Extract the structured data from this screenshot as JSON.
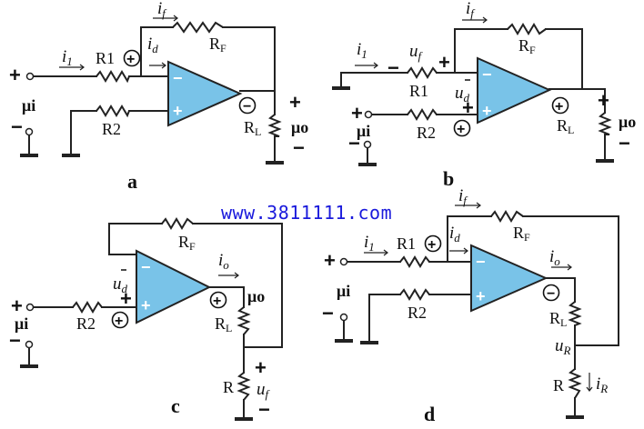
{
  "watermark": "www.3811111.com",
  "panels": {
    "a": {
      "letter": "a",
      "labels": {
        "i_f": "i",
        "i_f_sub": "f",
        "i_1": "i",
        "i_1_sub": "1",
        "R1": "R1",
        "i_d": "i",
        "i_d_sub": "d",
        "RF": "RF",
        "R2": "R2",
        "RL": "RL",
        "mu_i": "μi",
        "mu_o": "μo",
        "plus": "+",
        "minus": "−",
        "circ_plus": "+",
        "circ_minus": "−"
      }
    },
    "b": {
      "letter": "b",
      "labels": {
        "i_f": "i",
        "i_f_sub": "f",
        "i_1": "i",
        "i_1_sub": "1",
        "u_f": "u",
        "u_f_sub": "f",
        "R1": "R1",
        "u_d": "u",
        "u_d_sub": "d",
        "RF": "RF",
        "R2": "R2",
        "RL": "RL",
        "mu_i": "μi",
        "mu_o": "μo",
        "plus": "+",
        "minus": "−",
        "circ_plus": "+"
      }
    },
    "c": {
      "letter": "c",
      "labels": {
        "u_d": "u",
        "u_d_sub": "d",
        "RF": "RF",
        "R2": "R2",
        "i_o": "i",
        "i_o_sub": "o",
        "mu_o": "μo",
        "RL": "RL",
        "R": "R",
        "u_f": "u",
        "u_f_sub": "f",
        "mu_i": "μi",
        "plus": "+",
        "minus": "−",
        "circ_plus": "+"
      }
    },
    "d": {
      "letter": "d",
      "labels": {
        "i_f": "i",
        "i_f_sub": "f",
        "i_1": "i",
        "i_1_sub": "1",
        "R1": "R1",
        "i_d": "i",
        "i_d_sub": "d",
        "RF": "RF",
        "i_o": "i",
        "i_o_sub": "o",
        "R2": "R2",
        "RL": "RL",
        "u_R": "u",
        "u_R_sub": "R",
        "R": "R",
        "i_R": "i",
        "i_R_sub": "R",
        "mu_i": "μi",
        "plus": "+",
        "minus": "−",
        "circ_plus": "+",
        "circ_minus": "−"
      }
    }
  }
}
